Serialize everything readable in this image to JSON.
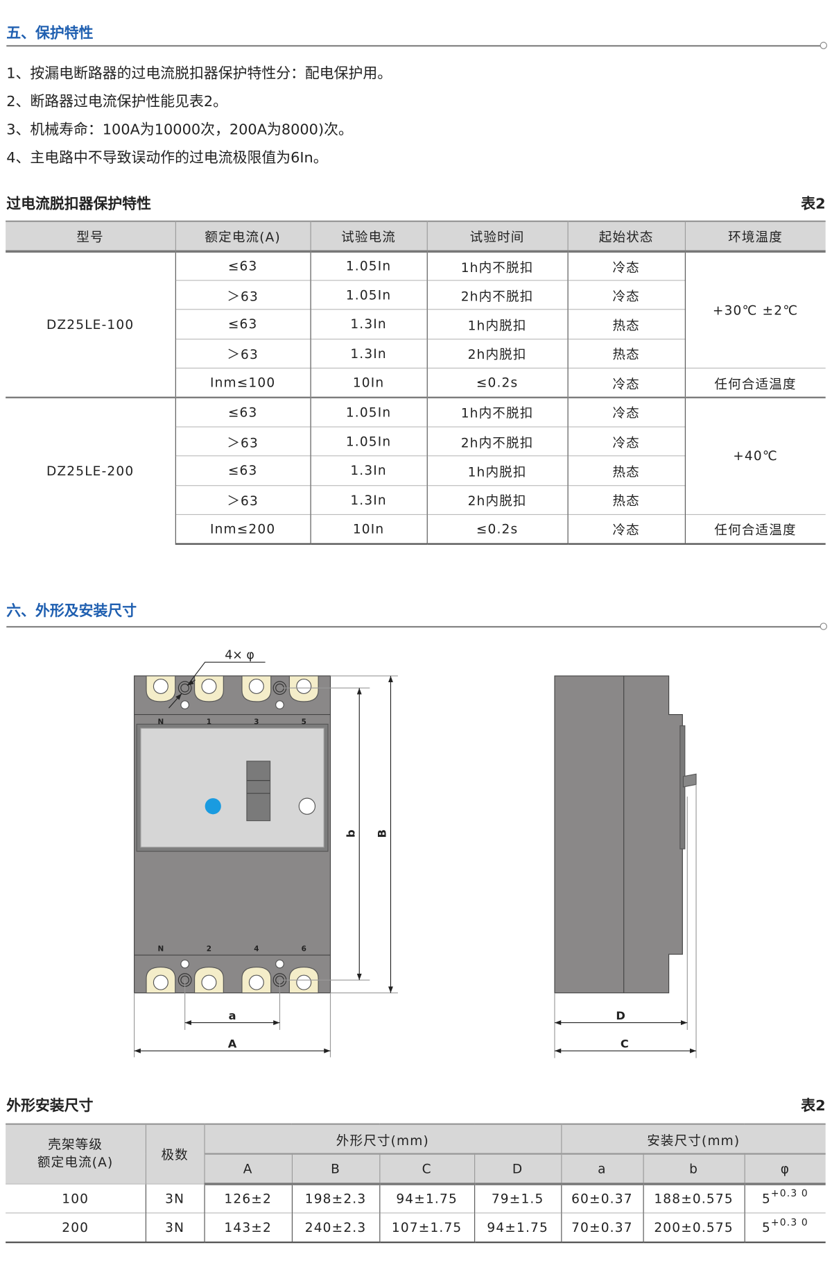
{
  "section5": {
    "title": "五、保护特性",
    "items": [
      "1、按漏电断路器的过电流脱扣器保护特性分：配电保护用。",
      "2、断路器过电流保护性能见表2。",
      "3、机械寿命：100A为10000次，200A为8000)次。",
      "4、主电路中不导致误动作的过电流极限值为6In。"
    ]
  },
  "table1": {
    "caption": "过电流脱扣器保护特性",
    "tag": "表2",
    "headers": [
      "型号",
      "额定电流(A)",
      "试验电流",
      "试验时间",
      "起始状态",
      "环境温度"
    ],
    "groups": [
      {
        "model": "DZ25LE-100",
        "temp_main": "+30℃ ±2℃",
        "temp_last": "任何合适温度",
        "rows": [
          [
            "≤63",
            "1.05In",
            "1h内不脱扣",
            "冷态"
          ],
          [
            "＞63",
            "1.05In",
            "2h内不脱扣",
            "冷态"
          ],
          [
            "≤63",
            "1.3In",
            "1h内脱扣",
            "热态"
          ],
          [
            "＞63",
            "1.3In",
            "2h内脱扣",
            "热态"
          ],
          [
            "Inm≤100",
            "10In",
            "≤0.2s",
            "冷态"
          ]
        ]
      },
      {
        "model": "DZ25LE-200",
        "temp_main": "+40℃",
        "temp_last": "任何合适温度",
        "rows": [
          [
            "≤63",
            "1.05In",
            "1h内不脱扣",
            "冷态"
          ],
          [
            "＞63",
            "1.05In",
            "2h内不脱扣",
            "冷态"
          ],
          [
            "≤63",
            "1.3In",
            "1h内脱扣",
            "热态"
          ],
          [
            "＞63",
            "1.3In",
            "2h内脱扣",
            "热态"
          ],
          [
            "Inm≤200",
            "10In",
            "≤0.2s",
            "冷态"
          ]
        ]
      }
    ]
  },
  "section6": {
    "title": "六、外形及安装尺寸"
  },
  "drawing": {
    "hole_label": "4× φ",
    "top_terminals": [
      "N",
      "1",
      "3",
      "5"
    ],
    "bottom_terminals": [
      "N",
      "2",
      "4",
      "6"
    ],
    "dims": {
      "a": "a",
      "A": "A",
      "b": "b",
      "B": "B",
      "C": "C",
      "D": "D"
    },
    "colors": {
      "body": "#8a8888",
      "window": "#d6d6d6",
      "terminal": "#f4edc9",
      "test_button": "#1a9be0"
    }
  },
  "table2": {
    "caption": "外形安装尺寸",
    "tag": "表2",
    "h_frame": "壳架等级",
    "h_frame2": "额定电流(A)",
    "h_poles": "极数",
    "h_outer": "外形尺寸(mm)",
    "h_mount": "安装尺寸(mm)",
    "sub": [
      "A",
      "B",
      "C",
      "D",
      "a",
      "b",
      "φ"
    ],
    "rows": [
      {
        "frame": "100",
        "poles": "3N",
        "A": "126±2",
        "B": "198±2.3",
        "C": "94±1.75",
        "D": "79±1.5",
        "a": "60±0.37",
        "b": "188±0.575",
        "phi": "5",
        "phi_tol": "+0.3 0"
      },
      {
        "frame": "200",
        "poles": "3N",
        "A": "143±2",
        "B": "240±2.3",
        "C": "107±1.75",
        "D": "94±1.75",
        "a": "70±0.37",
        "b": "200±0.575",
        "phi": "5",
        "phi_tol": "+0.3 0"
      }
    ]
  }
}
